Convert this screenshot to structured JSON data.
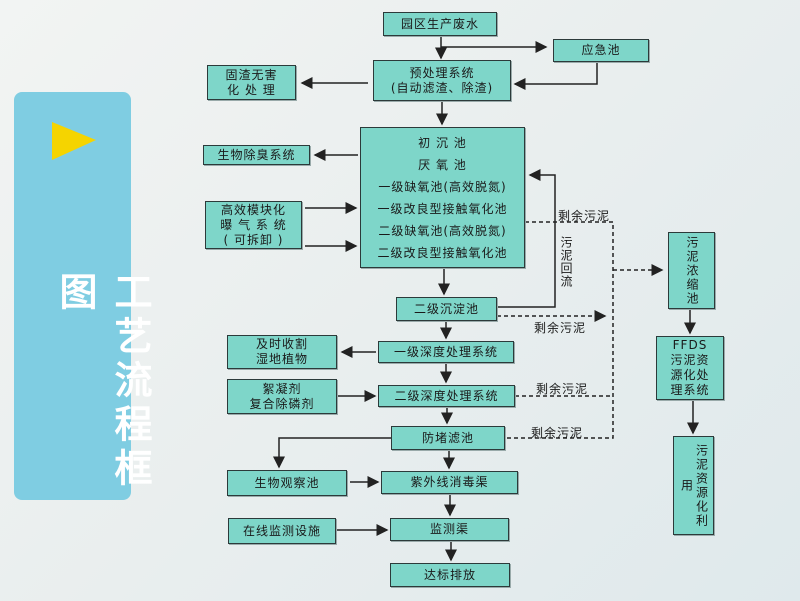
{
  "panel": {
    "title": "工艺流程框图"
  },
  "nodes": {
    "source": "园区生产废水",
    "emergency": "应急池",
    "pretreat": [
      "预处理系统",
      "(自动滤渣、除渣)"
    ],
    "solid_waste": [
      "固渣无害",
      "化 处 理"
    ],
    "deodor": "生物除臭系统",
    "aeration": [
      "高效模块化",
      "曝 气 系 统",
      "( 可拆卸 )"
    ],
    "main_tanks": [
      "初 沉 池",
      "厌 氧 池",
      "一级缺氧池(高效脱氮)",
      "一级改良型接触氧化池",
      "二级缺氧池(高效脱氮)",
      "二级改良型接触氧化池"
    ],
    "secondary_settle": "二级沉淀池",
    "harvest": [
      "及时收割",
      "湿地植物"
    ],
    "deep1": "一级深度处理系统",
    "flocculant": [
      "絮凝剂",
      "复合除磷剂"
    ],
    "deep2": "二级深度处理系统",
    "filter": "防堵滤池",
    "bio_observe": "生物观察池",
    "uv": "紫外线消毒渠",
    "online_monitor": "在线监测设施",
    "monitor_channel": "监测渠",
    "discharge": "达标排放",
    "sludge_thicken": "污泥浓缩池",
    "ffds": [
      "FFDS",
      "污泥资",
      "源化处",
      "理系统"
    ],
    "sludge_reuse": "污泥资源化利用"
  },
  "labels": {
    "excess_sludge": "剩余污泥",
    "sludge_return": "污泥回流"
  },
  "colors": {
    "box": "#7ed6c9",
    "panel": "#7fcde2",
    "triangle": "#f5d400"
  }
}
